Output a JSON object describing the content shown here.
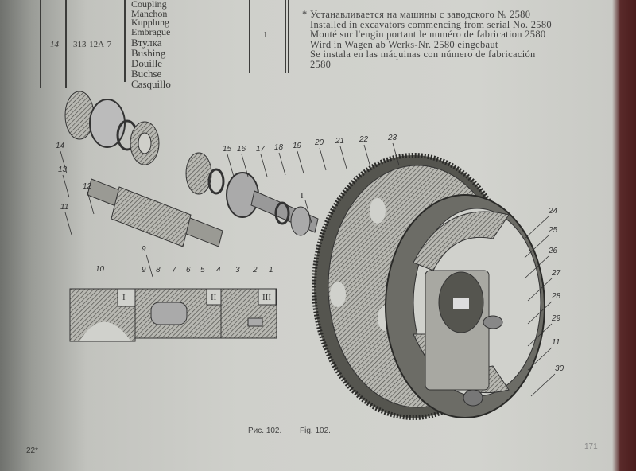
{
  "table": {
    "top_row_names": [
      "Coupling",
      "Manchon",
      "Kupplung",
      "Embrague"
    ],
    "row": {
      "position": "14",
      "part_number": "313-12A-7",
      "names": [
        "Втулка",
        "Bushing",
        "Douille",
        "Buchse",
        "Casquillo"
      ],
      "quantity": "1"
    }
  },
  "footnote": {
    "lines": [
      "* Устанавливается на машины с заводского № 2580",
      "Installed in excavators commencing from serial No. 2580",
      "Monté sur l'engin portant le numéro de fabrication 2580",
      "Wird in Wagen ab Werks-Nr. 2580 eingebaut",
      "Se instala en las máquinas  con  número  de fabricación",
      "2580"
    ]
  },
  "figure": {
    "callouts": [
      "14",
      "13",
      "12",
      "11",
      "9",
      "15",
      "16",
      "17",
      "18",
      "19",
      "20",
      "21",
      "22",
      "23",
      "I",
      "24",
      "25",
      "26",
      "27",
      "28",
      "29",
      "11",
      "30"
    ],
    "inset_callouts": [
      "10",
      "9",
      "8",
      "7",
      "6",
      "5",
      "4",
      "3",
      "2",
      "1"
    ],
    "inset_views": [
      "I",
      "II",
      "III"
    ],
    "caption_ru": "Рис. 102.",
    "caption_en": "Fig. 102."
  },
  "page": {
    "signature_mark": "22*",
    "page_number": "171"
  },
  "colors": {
    "paper": "#d0d1cc",
    "ink": "#3a3a38",
    "edge": "#4a1c1c"
  }
}
